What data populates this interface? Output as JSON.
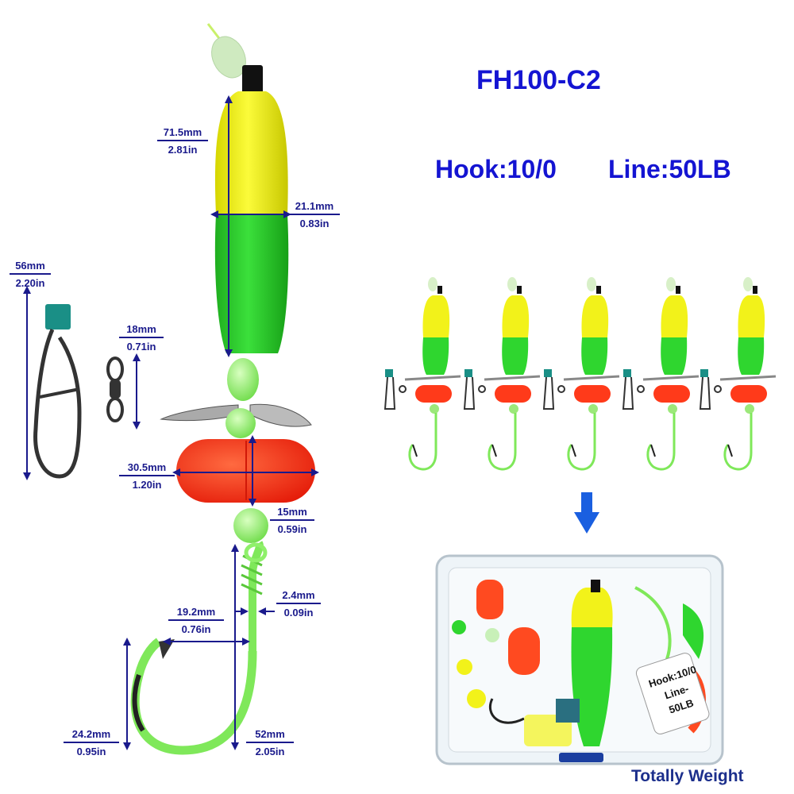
{
  "product": {
    "model": "FH100-C2",
    "hook_spec": "Hook:10/0",
    "line_spec": "Line:50LB",
    "footer": "Totally Weight",
    "box_label_line1": "Hook:10/0",
    "box_label_line2": "Line-50LB"
  },
  "dimensions": {
    "float_length": {
      "mm": "71.5mm",
      "in": "2.81in"
    },
    "float_width": {
      "mm": "21.1mm",
      "in": "0.83in"
    },
    "snap_length": {
      "mm": "56mm",
      "in": "2.20in"
    },
    "swivel_length": {
      "mm": "18mm",
      "in": "0.71in"
    },
    "bead_length": {
      "mm": "30.5mm",
      "in": "1.20in"
    },
    "bead_height": {
      "mm": "15mm",
      "in": "0.59in"
    },
    "wire_thickness": {
      "mm": "2.4mm",
      "in": "0.09in"
    },
    "hook_gap": {
      "mm": "19.2mm",
      "in": "0.76in"
    },
    "hook_height": {
      "mm": "24.2mm",
      "in": "0.95in"
    },
    "hook_length": {
      "mm": "52mm",
      "in": "2.05in"
    }
  },
  "rig_count": 5,
  "colors": {
    "text_blue": "#1414d2",
    "dim_blue": "#1a1a8c",
    "float_yellow": "#f2f21a",
    "float_green": "#2fd62f",
    "bead_red": "#ff3a1a",
    "glow_green": "#7fe85a"
  }
}
